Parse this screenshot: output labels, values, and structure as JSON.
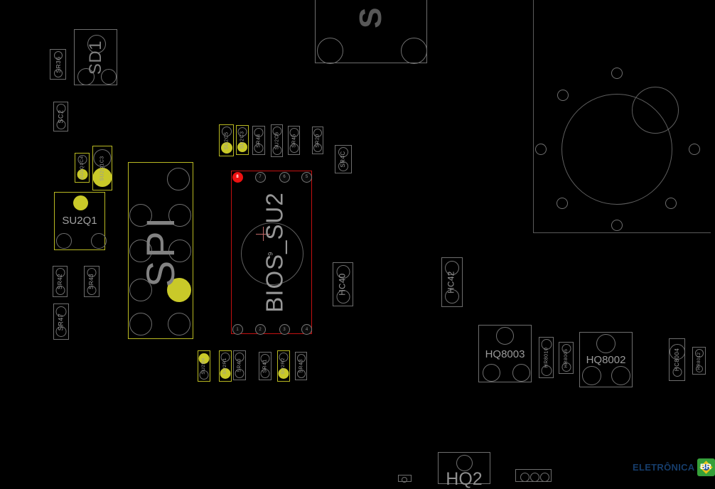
{
  "colors": {
    "board_outline": "#6e6e6e",
    "highlight_yellow": "#b9b922",
    "highlight_dot": "#c9c929",
    "selection_red": "#c51111",
    "selected_pin_red": "#ee1111",
    "watermark_blue": "#163d6b",
    "watermark_green": "#36a03a"
  },
  "labels": {
    "sd1": "SD1",
    "sr36": "SR36",
    "sc2": "SC2",
    "su2q1c4": "SU2Q1C4",
    "su2q1c3": "SU2Q1C3",
    "su2q1": "SU2Q1",
    "sr42": "SR42",
    "sr43": "SR43",
    "sr47": "SR47",
    "spi": "SPI",
    "top_partial": "S",
    "su2c5": "SU2C5",
    "su2c3": "SU2C3",
    "sr44": "SR44",
    "su2c6": "SU2C6",
    "sr45": "SR45",
    "sr20": "SR20",
    "sr4c": "SR4C",
    "hc40": "HC40",
    "hc42": "HC42",
    "su2r4": "SU2R4",
    "su2r1": "SU2R1",
    "sr40": "SR40",
    "sr41": "SR41",
    "su2r2": "SU2R2",
    "sr43b": "SR43",
    "hq8003": "HQ8003",
    "hr8010": "HR8010",
    "hr8005": "HR8005",
    "hq8002": "HQ8002",
    "hc8004": "HC8004",
    "hr8012": "HR8012",
    "hq2": "HQ2"
  },
  "bios": {
    "label": "BIOS_SU2",
    "center_mark": "9",
    "pins_top": [
      "8",
      "7",
      "6",
      "5"
    ],
    "pins_bottom": [
      "1",
      "2",
      "3",
      "4"
    ]
  },
  "watermark": {
    "brand": "ELETRÔNICA",
    "badge": "BR"
  }
}
